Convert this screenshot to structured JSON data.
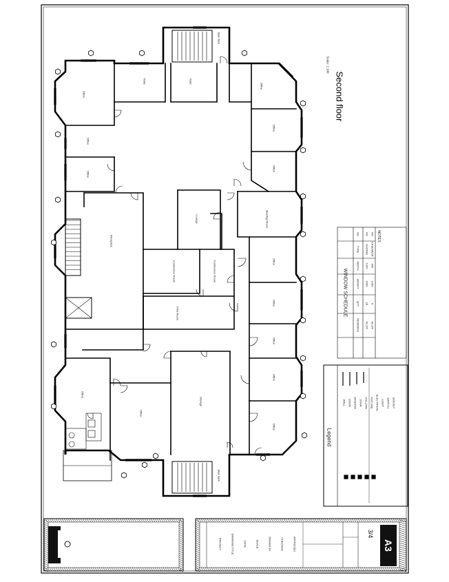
{
  "drawing": {
    "title": "Second floor",
    "subtitle": "Scale: 1:100",
    "legend_title": "Legend",
    "schedule_title": "WINDOW SCHEDULE",
    "notes_title": "NOTES",
    "sheet_size": "A3",
    "page_number": "3/4",
    "title_block_labels": [
      "PROJECT",
      "DRAWING TITLE",
      "DATE",
      "SCALE",
      "DRAWN BY",
      "CHECKED",
      "APPROVED"
    ],
    "schedule_headers": [
      "NO",
      "TYPE",
      "WIDTH",
      "HEIGHT",
      "QTY",
      "REMARKS"
    ],
    "schedule_rows": [
      [
        "W1",
        "SLIDING",
        "1200",
        "1500",
        "18",
        "ALUM"
      ],
      [
        "W2",
        "CASEMENT",
        "900",
        "1200",
        "6",
        "ALUM"
      ]
    ],
    "legend_items": [
      "WALL",
      "DOOR",
      "WINDOW",
      "STAIR",
      "COLUMN",
      "FIXTURE",
      "ELECTRICAL",
      "LIGHT",
      "SWITCH",
      "SOCKET"
    ]
  },
  "rooms": [
    {
      "id": "office-nw",
      "label": "Office"
    },
    {
      "id": "office-n2",
      "label": "Office"
    },
    {
      "id": "office-n3",
      "label": "Office"
    },
    {
      "id": "toilet-n1",
      "label": "Toilet"
    },
    {
      "id": "toilet-n2",
      "label": "Toilet"
    },
    {
      "id": "office-ne",
      "label": "Office"
    },
    {
      "id": "office-e1",
      "label": "Office"
    },
    {
      "id": "office-e2",
      "label": "Office"
    },
    {
      "id": "meeting",
      "label": "Meeting Room"
    },
    {
      "id": "office-e3",
      "label": "Office"
    },
    {
      "id": "office-e4",
      "label": "Office"
    },
    {
      "id": "office-e5",
      "label": "Office"
    },
    {
      "id": "office-e6",
      "label": "Office"
    },
    {
      "id": "office-se",
      "label": "Office"
    },
    {
      "id": "reception",
      "label": "Reception"
    },
    {
      "id": "conf1",
      "label": "Conference Room"
    },
    {
      "id": "conf2",
      "label": "Conference Room"
    },
    {
      "id": "print",
      "label": "Print Room"
    },
    {
      "id": "store",
      "label": "Storage"
    },
    {
      "id": "office-sw",
      "label": "Office"
    },
    {
      "id": "office-s2",
      "label": "Office"
    },
    {
      "id": "lounge",
      "label": "Lounge"
    },
    {
      "id": "stair-n",
      "label": "Stair Well"
    },
    {
      "id": "stair-s",
      "label": "Stair Well"
    }
  ]
}
